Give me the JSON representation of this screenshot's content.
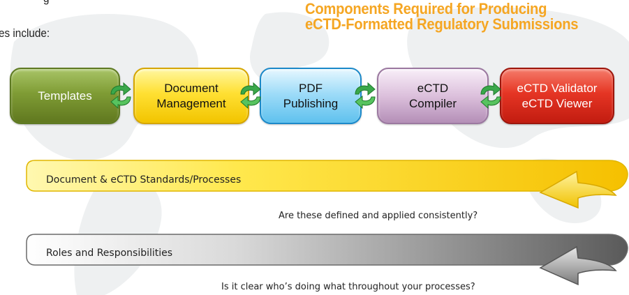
{
  "intro": {
    "line1": "g",
    "line2": "es include:"
  },
  "title": {
    "line1": "Components Required for Producing",
    "line2": "eCTD-Formatted Regulatory Submissions"
  },
  "components": [
    {
      "line1": "Templates",
      "line2": ""
    },
    {
      "line1": "Document",
      "line2": "Management"
    },
    {
      "line1": "PDF",
      "line2": "Publishing"
    },
    {
      "line1": "eCTD",
      "line2": "Compiler"
    },
    {
      "line1": "eCTD Validator",
      "line2": "eCTD Viewer"
    }
  ],
  "connector_icon": "green-cycle-arrows-icon",
  "banners": [
    {
      "label": "Document & eCTD Standards/Processes",
      "question": "Are these defined and applied consistently?",
      "color": "#fcd200"
    },
    {
      "label": "Roles and Responsibilities",
      "question": "Is it clear who’s doing what throughout your processes?",
      "color": "#6b6b6b"
    }
  ],
  "colors": {
    "title": "#f5a623",
    "templates": "#7f9c35",
    "document_management": "#ffe033",
    "pdf_publishing": "#5fc1ee",
    "ectd_compiler": "#dcc0dc",
    "validator_viewer": "#e53524",
    "cycle_arrows": "#3aa84a"
  }
}
